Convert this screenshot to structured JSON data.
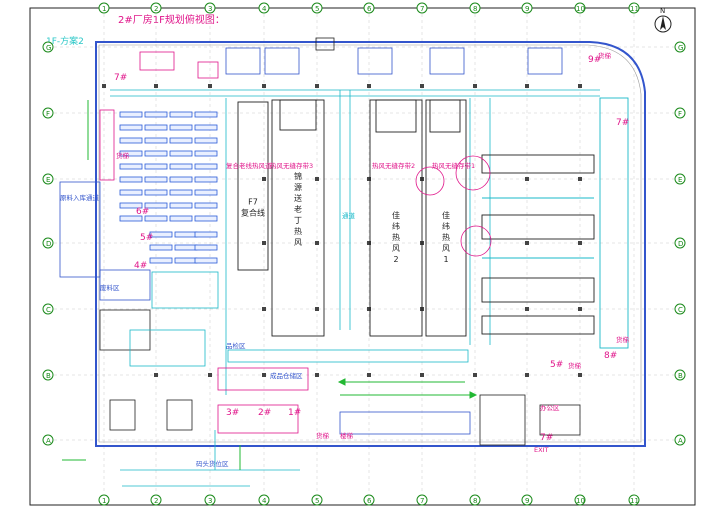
{
  "title": "2#厂房1F规划俯视图：",
  "scheme": "1F-方案2",
  "compass": "N",
  "grid": {
    "columns": [
      "1",
      "2",
      "3",
      "4",
      "5",
      "6",
      "7",
      "8",
      "9",
      "10",
      "11"
    ],
    "rows": [
      "G",
      "F",
      "E",
      "D",
      "C",
      "B",
      "A"
    ]
  },
  "zones": {
    "machine_room": "F7\n复合线",
    "line_left": "锦\n源\n送\n老\n丁\n热\n风",
    "line_mid": "佳\n纬\n热\n风\n2",
    "line_right": "佳\n纬\n热\n风\n1"
  },
  "labels": {
    "top_left_marker": "7#",
    "right_top_marker": "9#",
    "right_mid_marker": "7#",
    "left_marker_1": "6#",
    "left_marker_2": "5#",
    "left_marker_3": "4#",
    "bottom_marker_1": "3#",
    "bottom_marker_2": "2#",
    "bottom_marker_3": "1#",
    "right_lower_marker": "8#",
    "right_lower_marker2": "5#",
    "bottom_right_marker": "7#",
    "lift_top": "货梯",
    "lift_bottom": "货梯",
    "lift_left": "货梯",
    "lift_right_1": "货梯",
    "lift_right_2": "货梯",
    "hot_air_1": "热风无缝存带3",
    "hot_air_2": "热风无缝存带2",
    "hot_air_3": "热风无缝存带1",
    "compound_line": "复合老线热风道",
    "office": "办公区",
    "stair": "楼梯",
    "exit": "EXIT",
    "aisle": "通道",
    "entrance": "原料入库通道",
    "dock_area": "码头货位区",
    "waste_area": "废料区",
    "qc_area": "品检区",
    "storage_area": "成品仓储区"
  }
}
